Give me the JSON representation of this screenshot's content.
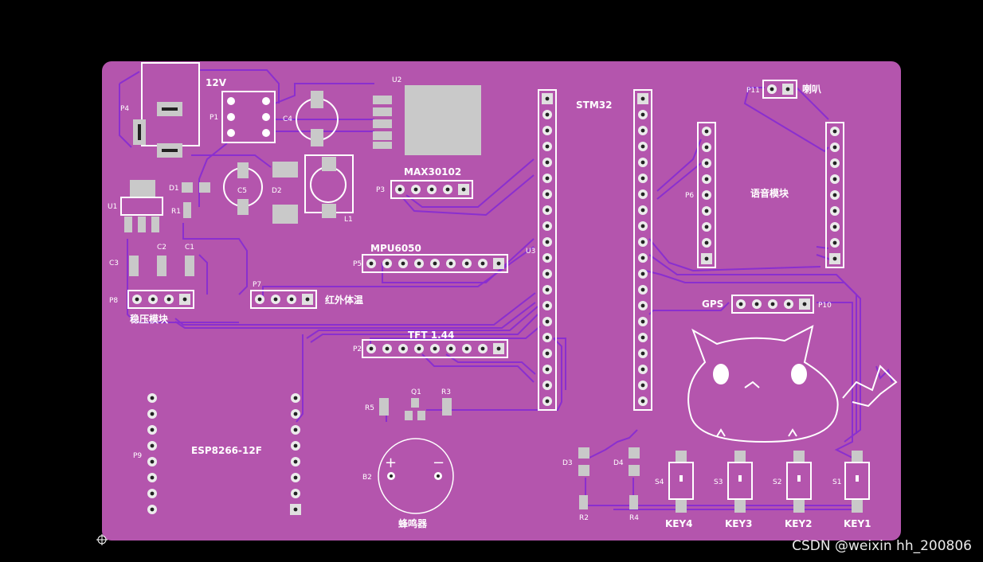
{
  "board": {
    "color_board": "#b455ad",
    "color_trace": "#8a2fcf",
    "color_silk": "#ffffff",
    "color_pad": "#c9c9c9"
  },
  "labels": {
    "v12": "12V",
    "stm32": "STM32",
    "max30102": "MAX30102",
    "mpu6050": "MPU6050",
    "tft": "TFT 1.44",
    "gps": "GPS",
    "esp": "ESP8266-12F",
    "infrared": "红外体温",
    "voltage": "稳压模块",
    "voice": "语音模块",
    "horn": "喇叭",
    "buzzer": "蜂鸣器",
    "key1": "KEY1",
    "key2": "KEY2",
    "key3": "KEY3",
    "key4": "KEY4"
  },
  "refs": {
    "p1": "P1",
    "p2": "P2",
    "p3": "P3",
    "p4": "P4",
    "p5": "P5",
    "p6": "P6",
    "p7": "P7",
    "p8": "P8",
    "p9": "P9",
    "p10": "P10",
    "p11": "P11",
    "u1": "U1",
    "u2": "U2",
    "u3": "U3",
    "c1": "C1",
    "c2": "C2",
    "c3": "C3",
    "c4": "C4",
    "c5": "C5",
    "d1": "D1",
    "d2": "D2",
    "d3": "D3",
    "d4": "D4",
    "r1": "R1",
    "r2": "R2",
    "r3": "R3",
    "r4": "R4",
    "r5": "R5",
    "l1": "L1",
    "q1": "Q1",
    "b2": "B2",
    "s1": "S1",
    "s2": "S2",
    "s3": "S3",
    "s4": "S4",
    "plus": "+",
    "minus": "−"
  },
  "watermark": "CSDN @weixin hh_200806"
}
